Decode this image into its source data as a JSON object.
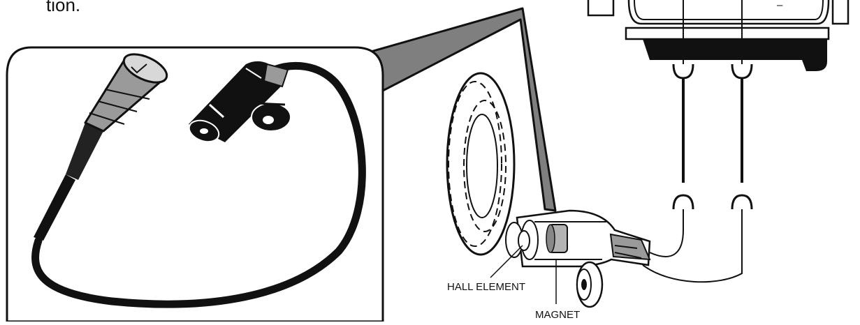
{
  "caption_fragment": "tion.",
  "labels": {
    "hall_element": "HALL ELEMENT",
    "magnet": "MAGNET",
    "terminal_minus": "–"
  },
  "colors": {
    "ink": "#111111",
    "panel_gray": "#7f7f7f",
    "connector_gray": "#9a9a9a",
    "magnet_gray": "#b3b3b3",
    "background": "#ffffff"
  }
}
